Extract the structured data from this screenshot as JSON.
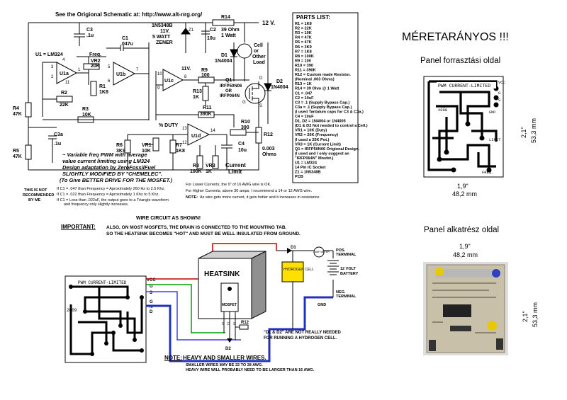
{
  "header": {
    "see_line": "See the Origional Schematic at:  http://www.alt-nrg.org/"
  },
  "schematic": {
    "u1_label": "U1 = LM324",
    "r14": "R14",
    "r14_val": "39 Ohm",
    "r14_val2": "1 Watt",
    "v12": "12 V.",
    "c3": "C3",
    "c3_val": ".1u",
    "c1": "C1",
    "c1_val": ".047u",
    "freq": "Freq.",
    "vr2": "VR2",
    "vr2_val": "20K",
    "u1a": "U1a",
    "u1b": "U1b",
    "u1c": "U1c",
    "u1d": "U1d",
    "r1": "R1",
    "r1_val": "1K8",
    "r2": "R2",
    "r2_val": "22K",
    "r3": "R3",
    "r3_val": "10K",
    "r4": "R4",
    "r4_val": "47K",
    "r5": "R5",
    "r5_val": "47K",
    "c3a": "C3a",
    "c3a_val": ".1u",
    "zener": "1N5348B",
    "zener_v": "11V.",
    "zener_w": "5 WATT",
    "zener_z": "ZENER",
    "z1": "Z1",
    "c2": "C2",
    "c2_val": "10u",
    "d1": "D1",
    "d1_val": "1N4004",
    "d2": "D2",
    "d2_val": "1N4004",
    "load": "Cell",
    "load2": "or",
    "load3": "Other",
    "load4": "Load",
    "v11": "11V.",
    "r9": "R9",
    "r9_val": "100",
    "q1": "Q1",
    "q1_val": "IRFP50N06",
    "q1_or": "OR",
    "q1_val2": "IRFP064N",
    "r13": "R13",
    "r13_val": "1K",
    "r11": "R11",
    "r11_val": "390K",
    "duty": "% DUTY",
    "r10": "R10",
    "r10_val": "390",
    "r12": "R12",
    "r12_val": "0.003",
    "r12_unit": "Ohms",
    "r6": "R6",
    "r6_val": "3K9",
    "vr1": "VR1",
    "vr1_val": "10K",
    "r7": "R7",
    "r7_val": "1K8",
    "c4": "C4",
    "c4_val": "10u",
    "r8": "R8",
    "r8_val": "100K",
    "vr3": "VR3",
    "vr3_val": "1K",
    "current": "Current",
    "limit": "Limit",
    "pin_labels": [
      "4",
      "1",
      "2",
      "3",
      "5",
      "6",
      "7",
      "11",
      "10",
      "9",
      "8",
      "14",
      "13",
      "12"
    ],
    "gds": [
      "G",
      "D",
      "S"
    ],
    "desc_lines": [
      "~ Variable freq PWM with average",
      "value current limiting using LM324",
      "Design adaptation by ZeroFossilFuel",
      "SLIGHTLY MODIFIED BY \"CHEMELEC\".",
      "(To Give BETTER DRIVE FOR THE MOSFET.)"
    ],
    "not_rec": [
      "THIS IS NOT",
      "RECOMMENDED",
      "BY ME"
    ],
    "freq_notes": [
      "If C1 = .047 than Frequency = Aproximately 260 Hz to 2.5 Khz.",
      "If C1 = .022 than Frequency = Aproximately 1 Khz to  5 Khz.",
      "If C1 = Less than .022uF, the output goes to a Triangle waveform",
      "and frequency only slightly increases."
    ],
    "current_notes": [
      "For Lower Currents, the 9\" of 16 AWG wire is OK.",
      "For Higher Currents, above 30 amps, I recommend a 14 or 12 AWG wire.",
      "As wire gets more current, it gets hotter and it increases in resistance."
    ],
    "note_label": "NOTE:"
  },
  "parts_list": {
    "title": "PARTS LIST:",
    "items": [
      "R1 = 1K8",
      "R2 = 22K",
      "R3 = 10K",
      "R4 = 47K",
      "R5 = 47K",
      "R6 = 3K9",
      "R7 = 1K8",
      "R8 = 100K",
      "R9 = 100",
      "R10 = 390",
      "R11 = 390K",
      "R12 = Custom made Resistor.",
      "(Nominal .003 Ohms)",
      "R13 = 1K",
      "R14 = 39 Ohm @ 1 Watt",
      "C1 = .047",
      "C2 = 10uF",
      "C3 = .1 (Supply Bypass Cap.)",
      "C3a = .1 (Supply Bypass Cap.)",
      "(I used Tantalum caps for C3 & C3a.)",
      "C4 = 10uF",
      "D1, D2 = 1N4004 or 1N4005",
      "(D1 & D2 Not needed to control a Cell.)",
      "VR1 = 10K  (Duty)",
      "VR2 = 20K  (Frequency)",
      "(I used a 25K Pot.)",
      "VR3 = 1K  (Current Limit)",
      "Q1 = IRFP50N06 Origional Design.",
      "(I used and I only suggest an",
      "\"IRFP064N\" Mosfet.)",
      "U1 = LM324",
      "14 Pin IC Socket",
      "Z1 = 1N5348B",
      "PCB"
    ]
  },
  "wiring": {
    "circuit_text": "WIRE CIRCUIT AS SHOWN!",
    "important": "IMPORTANT:",
    "also_line1": "ALSO,   ON MOST MOSFETS, THE DRAIN IS CONNECTED TO THE MOUNTING TAB.",
    "also_line2": "SO THE HEATSINK BECOMES \"HOT\" AND MUST BE WELL INSULATED FROM GROUND.",
    "heatsink": "HEATSINK",
    "mosfet": "MOSFET",
    "gds": [
      "G",
      "D",
      "S"
    ],
    "board_labels": [
      "VCC",
      "G",
      "S",
      "G",
      "N",
      "D"
    ],
    "pcb_title": "PWM CURRENT-LIMITED",
    "pcb_year": "2009",
    "d1": "D1",
    "d2": "D2",
    "r12": "R12",
    "amp_meter": "AMP METER",
    "hydrogen_cell": "HYDROGEN CELL",
    "pos_terminal": [
      "POS.",
      "TERMINAL"
    ],
    "battery": [
      "12 VOLT",
      "BATTERY"
    ],
    "neg_terminal": [
      "NEG.",
      "TERMINAL"
    ],
    "gnd": "GND",
    "d1d2_note1": "\"D1 & D2\" ARE NOT REALLY NEEDED",
    "d1d2_note2": "FOR RUNNING A HYDROGEN CELL.",
    "note_label": "NOTE:",
    "wire_note1": "HEAVY AND SMALLER WIRES.",
    "wire_note2": "SMALLER WIRES MAY BE 22 TO 28 AWG.",
    "wire_note3": "HEAVY WIRE WILL PROBABLY NEED TO BE LARGER THAN 16 AWG."
  },
  "right_panel": {
    "title": "MÉRETARÁNYOS !!!",
    "solder_side": "Panel forrasztási oldal",
    "component_side": "Panel alkatrész oldal",
    "width_in": "1,9\"",
    "width_mm": "48,2 mm",
    "height_in": "2,1\"",
    "height_mm": "53,3 mm",
    "pcb_title": "PWM CURRENT-LIMITED",
    "pcb_labels": [
      "VCC",
      "G",
      "S",
      "GND",
      "DUTY",
      "LIMIT",
      "FREQ.",
      "2008"
    ]
  }
}
